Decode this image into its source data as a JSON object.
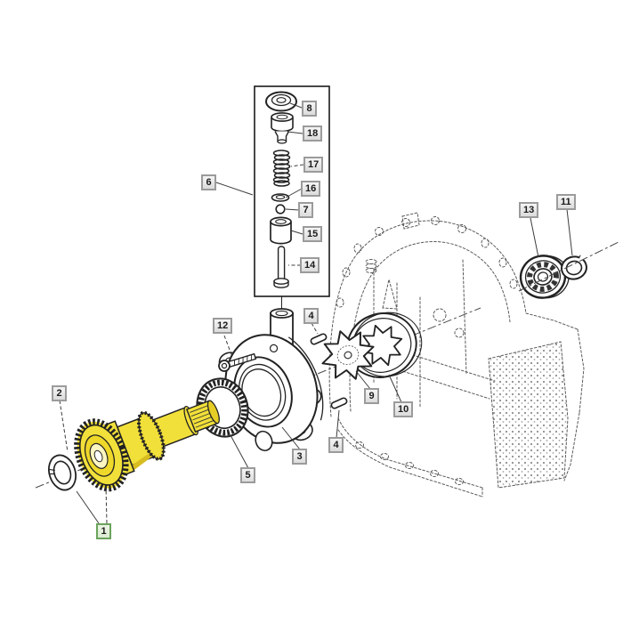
{
  "callouts": {
    "c1": {
      "label": "1"
    },
    "c2": {
      "label": "2"
    },
    "c3": {
      "label": "3"
    },
    "c4a": {
      "label": "4"
    },
    "c4b": {
      "label": "4"
    },
    "c5": {
      "label": "5"
    },
    "c6": {
      "label": "6"
    },
    "c7": {
      "label": "7"
    },
    "c8": {
      "label": "8"
    },
    "c9": {
      "label": "9"
    },
    "c10": {
      "label": "10"
    },
    "c11": {
      "label": "11"
    },
    "c12": {
      "label": "12"
    },
    "c13": {
      "label": "13"
    },
    "c14": {
      "label": "14"
    },
    "c15": {
      "label": "15"
    },
    "c16": {
      "label": "16"
    },
    "c17": {
      "label": "17"
    },
    "c18": {
      "label": "18"
    }
  },
  "selection": {
    "selected_callout": "1"
  },
  "colors": {
    "highlighted_part": "#f2e03a",
    "selected_callout_border": "#6aa45c",
    "selected_callout_bg": "#e4f0dc",
    "callout_border": "#9b9b9b",
    "callout_bg": "#ececec",
    "diagram_line": "#2f2f2f"
  }
}
